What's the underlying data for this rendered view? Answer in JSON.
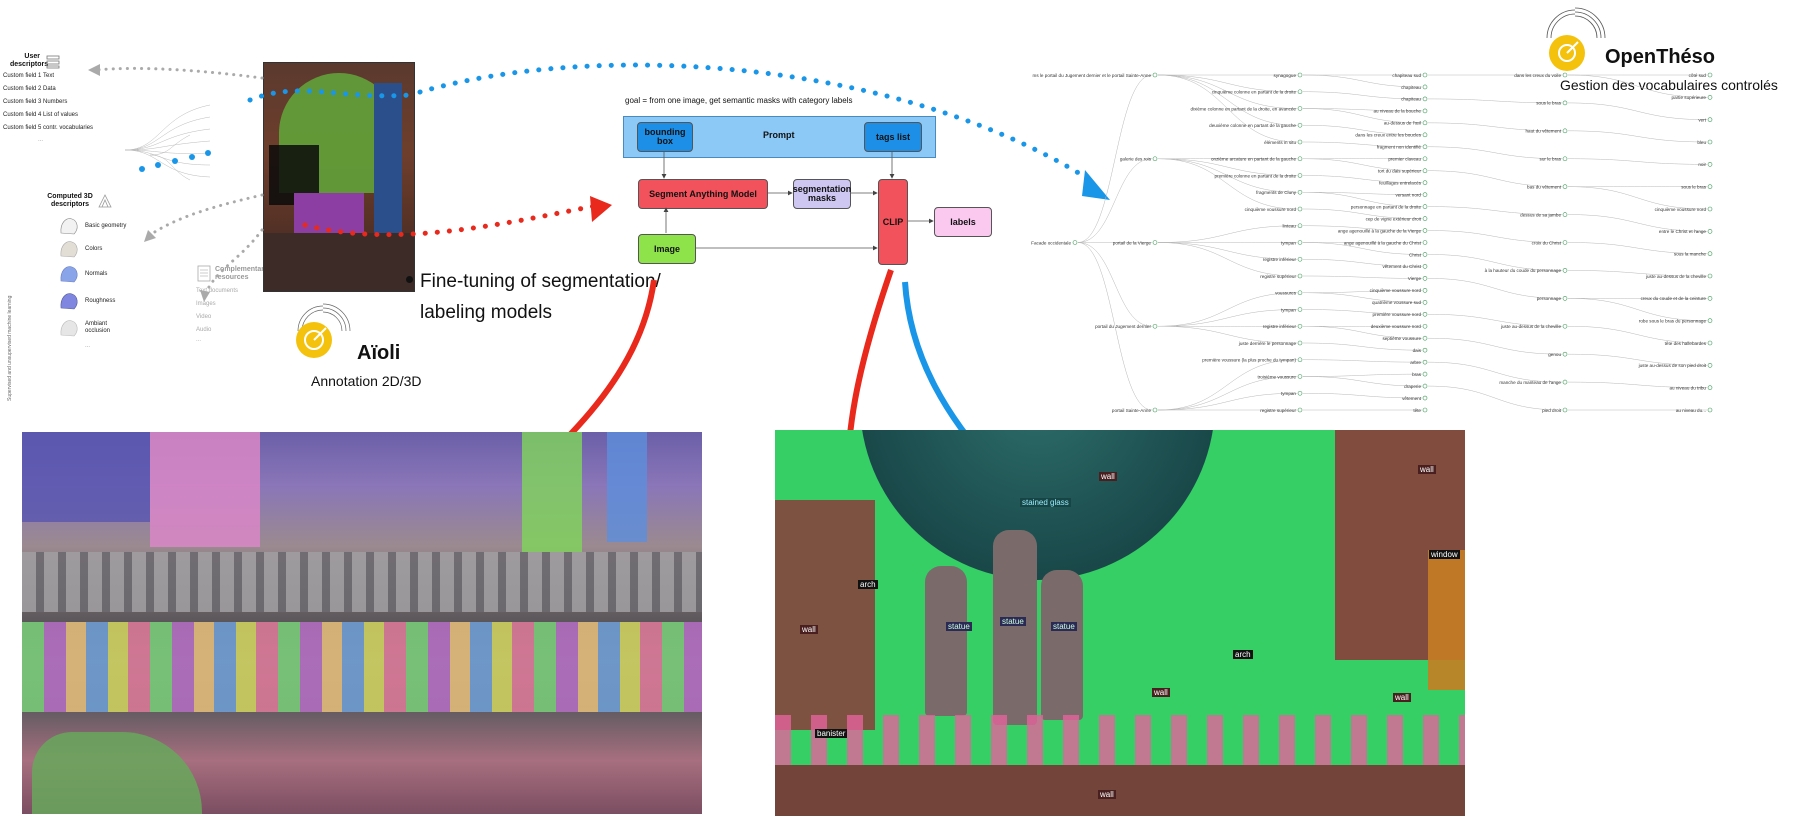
{
  "colors": {
    "blue_dots": "#1a96e8",
    "red_dots": "#e8291c",
    "prompt_bg": "#8cc9f7",
    "sam_box": "#f2525b",
    "seg_masks_box": "#cdc7f2",
    "image_box": "#8fe34a",
    "clip_box": "#f2525b",
    "labels_box": "#fbc9f0",
    "mask_green": "#2ee06a",
    "mask_pink": "#e4639c",
    "mask_wall": "#8a3c3a",
    "logo_yellow": "#f4c20d"
  },
  "left_panel": {
    "user_descriptors_title": "User\ndescriptors",
    "custom_fields": [
      {
        "name": "Custom field 1",
        "type": "Text"
      },
      {
        "name": "Custom field 2",
        "type": "Data"
      },
      {
        "name": "Custom field 3",
        "type": "Numbers"
      },
      {
        "name": "Custom field 4",
        "type": "List of values"
      },
      {
        "name": "Custom field 5",
        "type": "contr. vocabularies"
      }
    ],
    "ellipsis": "...",
    "computed_title": "Computed 3D\ndescriptors",
    "computed_items": [
      "Basic geometry",
      "Colors",
      "Normals",
      "Roughness",
      "Ambiant\nocclusion"
    ],
    "vertical_label": "Supervised and unsupervised machine learning",
    "complementary_title": "Complementary\nresources",
    "complementary_items": [
      "Text documents",
      "Images",
      "Video",
      "Audio",
      "..."
    ]
  },
  "aioli": {
    "name": "Aïoli",
    "subtitle": "Annotation 2D/3D"
  },
  "fine_tuning": "Fine-tuning of segmentation/\nlabeling models",
  "pipeline": {
    "goal": "goal = from one image, get semantic masks with category labels",
    "prompt": "Prompt",
    "bounding_box": "bounding\nbox",
    "tags_list": "tags list",
    "sam": "Segment Anything Model",
    "seg_masks": "segmentation\nmasks",
    "image": "Image",
    "clip": "CLIP",
    "labels": "labels"
  },
  "opentheso": {
    "name": "OpenThéso",
    "subtitle": "Gestion des vocabulaires controlés"
  },
  "tree": {
    "root": "Facade occidentale",
    "level1": [
      "ms le portail du Jugement dernier et le portail Sainte-Anne",
      "galerie des rois",
      "portail de la Vierge",
      "portail du Jugement dernier",
      "portail Sainte-Anne"
    ],
    "level2": [
      "synagogue",
      "cinquième colonne en partant de la droite",
      "dixième colonne en partant de la droite, en avancée",
      "deuxième colonne en partant de la gauche",
      "éléments in situ",
      "onzième arcature en partant de la gauche",
      "première colonne en partant de la droite",
      "fragments de Cluny",
      "cinquième voussure nord",
      "linteau",
      "tympan",
      "registre inférieur",
      "registre supérieur",
      "voussures",
      "tympan",
      "registre inférieur",
      "juste derrière le personnage",
      "première voussure (la plus proche du tympan)",
      "troisième voussure",
      "tympan",
      "registre supérieur"
    ],
    "level3": [
      "chapiteau sud",
      "chapiteau",
      "chapiteau",
      "au niveau de la bouche",
      "au-dessus de l'œil",
      "dans les creux entre les boucles",
      "fragment non identifié",
      "premier claveau",
      "tort du dais supérieur",
      "feuillages entrelacés",
      "versant nord",
      "personnage en partant de la droite",
      "cep de vigne extérieur droit",
      "ange agenouillé à la gauche de la Vierge",
      "ange agenouillé à la gauche du Christ",
      "Christ",
      "vêtement du Christ",
      "Vierge",
      "cinquième voussure nord",
      "quatrième voussure sud",
      "première voussure nord",
      "deuxième voussure nord",
      "septième voussure",
      "dais",
      "arbre",
      "bras",
      "draperie",
      "vêtement",
      "tête"
    ],
    "level4": [
      "dans les creux du voile",
      "sous le bras",
      "haut du vêtement",
      "sur le bras",
      "bas du vêtement",
      "dessus de sa jambe",
      "croix du Christ",
      "à la hauteur du coude du personnage",
      "personnage",
      "juste au-dessus de la cheville",
      "genou",
      "manche du manteau de l'ange",
      "pied droit"
    ],
    "level5": [
      "côté sud",
      "partie supérieure",
      "vert",
      "bleu",
      "noir",
      "sous le bras",
      "cinquième voussure nord",
      "entre le Christ et l'ange",
      "sous la manche",
      "juste au-dessus de la cheville",
      "creux du coude et de la ceinture",
      "robe sous le bras du personnage",
      "tête des hallebardes",
      "juste au-dessus de son pied droit",
      "au niveau du tribu",
      "au niveau du..."
    ]
  },
  "bottom_left": {
    "caption": ""
  },
  "bottom_right": {
    "labels": [
      "wall",
      "wall",
      "stained glass",
      "window",
      "arch",
      "statue",
      "statue",
      "statue",
      "wall",
      "arch",
      "wall",
      "wall",
      "banister",
      "wall"
    ]
  }
}
